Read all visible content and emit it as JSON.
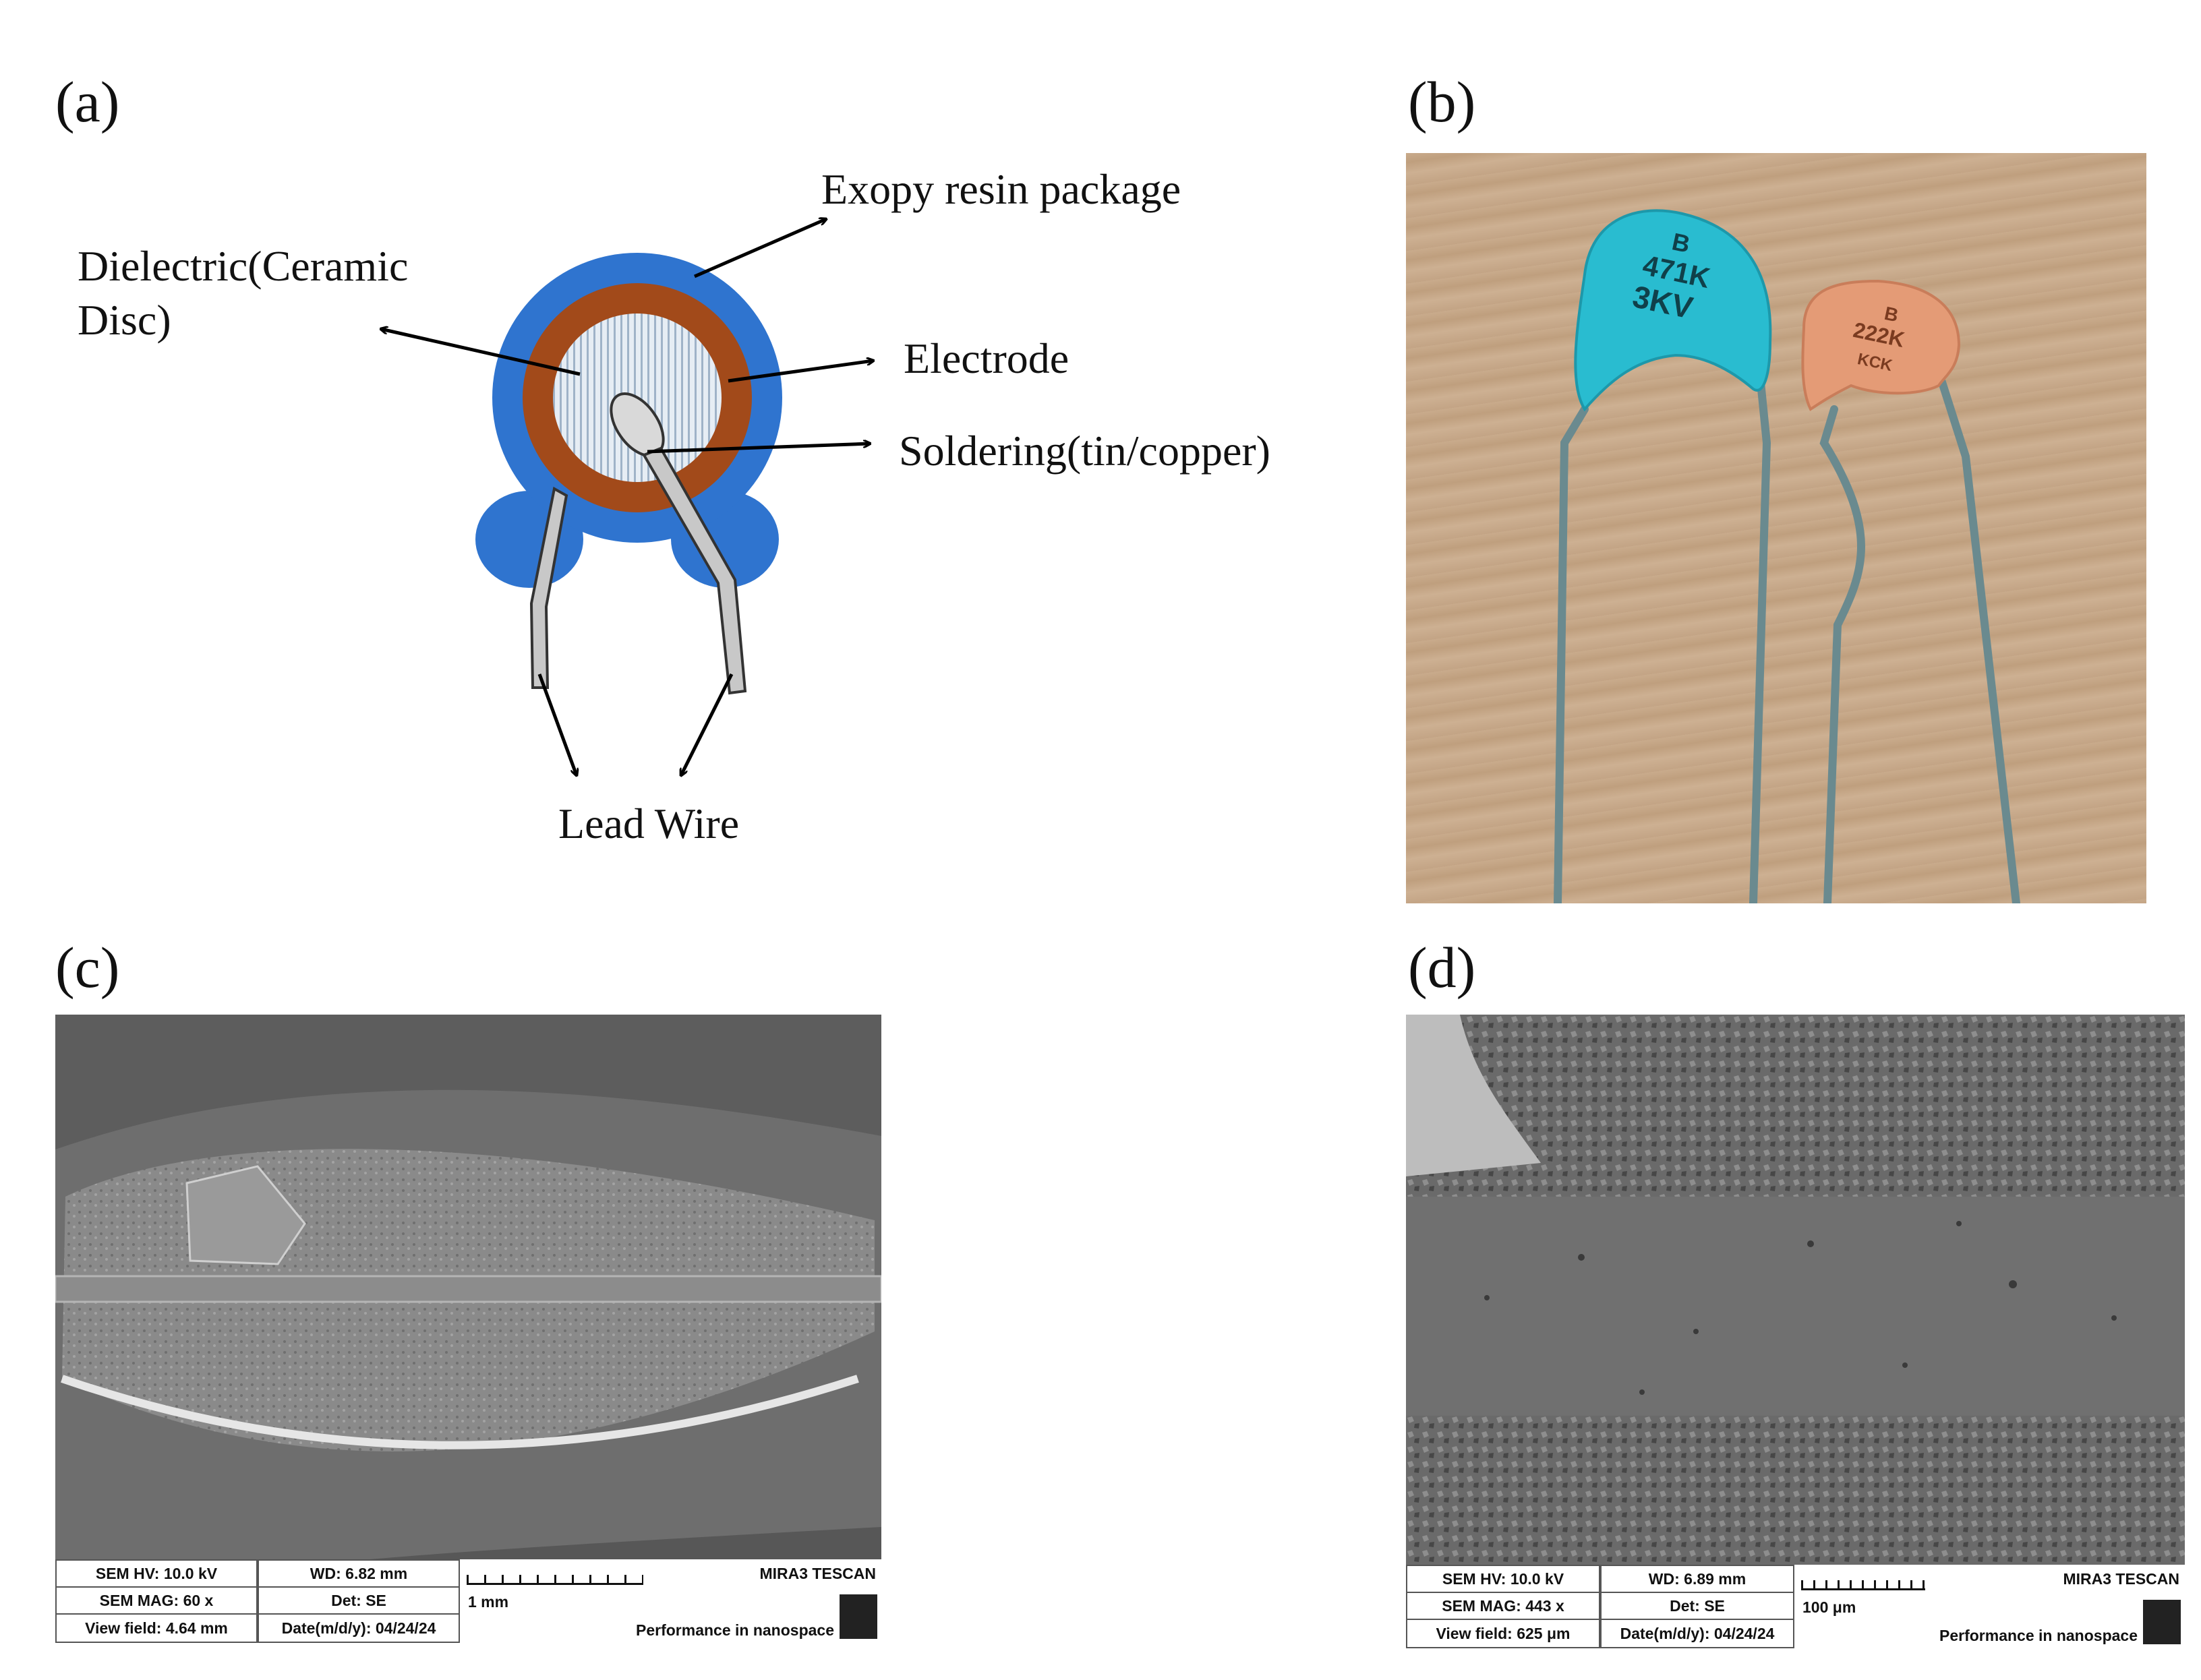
{
  "figure": {
    "panels": {
      "a": {
        "label": "(a)",
        "annotations": {
          "resin": "Exopy resin package",
          "dielectric_line1": "Dielectric(Ceramic",
          "dielectric_line2": "Disc)",
          "electrode": "Electrode",
          "soldering": "Soldering(tin/copper)",
          "lead": "Lead Wire"
        },
        "colors": {
          "resin": "#2f74cf",
          "electrode": "#a24a1a",
          "ceramic": "#dfe7f0",
          "solder": "#d9d9d9"
        }
      },
      "b": {
        "label": "(b)",
        "capacitor_1_marking": [
          "B",
          "471K",
          "3KV"
        ],
        "capacitor_2_marking": [
          "B",
          "222K",
          "KCK"
        ],
        "colors": {
          "capacitor_1": "#29bcd0",
          "capacitor_2": "#e49b76",
          "wood": "#c7a988"
        }
      },
      "c": {
        "label": "(c)",
        "sem": {
          "hv": "SEM HV: 10.0 kV",
          "wd": "WD: 6.82 mm",
          "brand": "MIRA3 TESCAN",
          "mag": "SEM MAG: 60 x",
          "det": "Det: SE",
          "scale": "1 mm",
          "view": "View field: 4.64 mm",
          "date": "Date(m/d/y): 04/24/24",
          "tagline": "Performance in nanospace"
        }
      },
      "d": {
        "label": "(d)",
        "sem": {
          "hv": "SEM HV: 10.0 kV",
          "wd": "WD: 6.89 mm",
          "brand": "MIRA3 TESCAN",
          "mag": "SEM MAG: 443 x",
          "det": "Det: SE",
          "scale": "100 μm",
          "view": "View field: 625 μm",
          "date": "Date(m/d/y): 04/24/24",
          "tagline": "Performance in nanospace"
        }
      }
    }
  }
}
